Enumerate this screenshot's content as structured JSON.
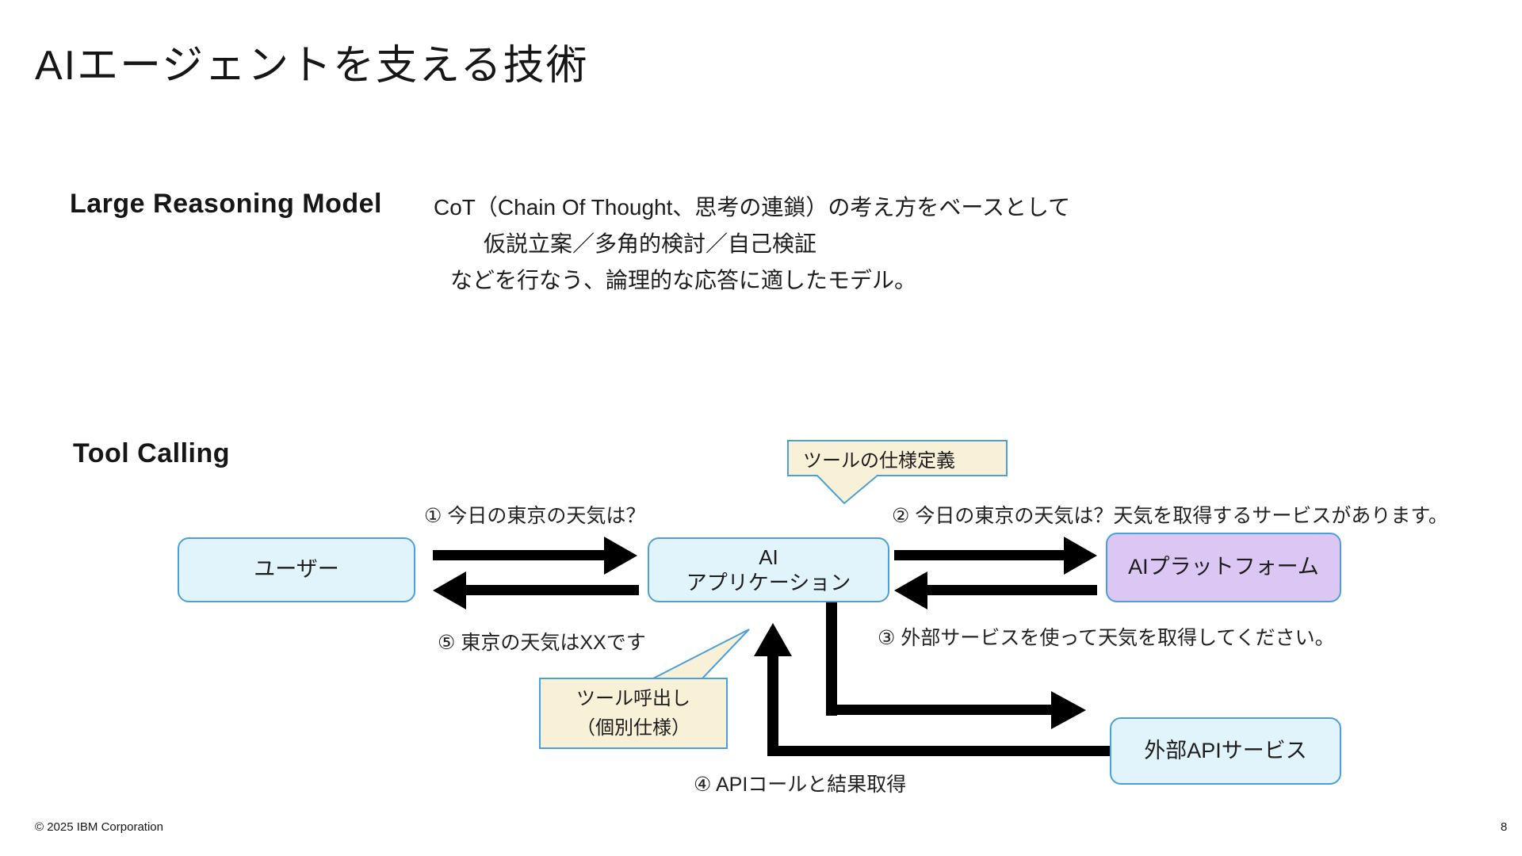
{
  "slide": {
    "title": "AIエージェントを支える技術",
    "footer": {
      "copyright": "© 2025 IBM Corporation",
      "page_number": "8"
    }
  },
  "lrm": {
    "heading": "Large Reasoning Model",
    "line1": "CoT（Chain Of Thought、思考の連鎖）の考え方をベースとして",
    "line2": "仮説立案／多角的検討／自己検証",
    "line3": "などを行なう、論理的な応答に適したモデル。"
  },
  "tool_calling": {
    "heading": "Tool Calling",
    "boxes": {
      "user": "ユーザー",
      "ai_app_line1": "AI",
      "ai_app_line2": "アプリケーション",
      "platform": "AIプラットフォーム",
      "external_api": "外部APIサービス"
    },
    "labels": {
      "step1": "① 今日の東京の天気は？",
      "step2": "② 今日の東京の天気は？天気を取得するサービスがあります。",
      "step3": "③ 外部サービスを使って天気を取得してください。",
      "step4": "④ APIコールと結果取得",
      "step5": "⑤ 東京の天気はXXです"
    },
    "callouts": {
      "spec": "ツールの仕様定義",
      "call_line1": "ツール呼出し",
      "call_line2": "（個別仕様）"
    }
  },
  "colors": {
    "accent_blue_border": "#4da0d6",
    "box_blue_fill": "#e1f3fb",
    "box_purple_fill": "#dcc6f4",
    "callout_fill": "#f8f1d8",
    "arrow": "#000000",
    "text": "#161616"
  }
}
